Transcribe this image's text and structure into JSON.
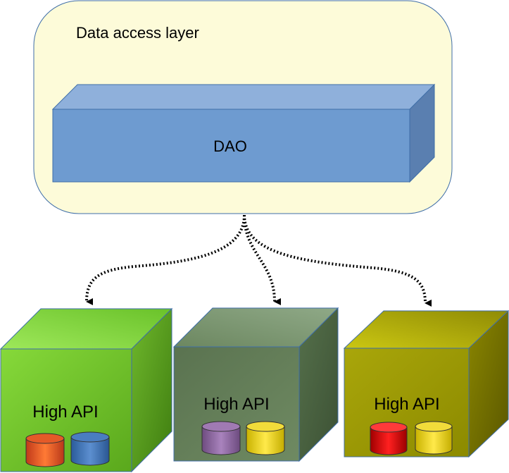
{
  "layer": {
    "title": "Data access layer"
  },
  "dao": {
    "label": "DAO"
  },
  "boxes": [
    {
      "label": "High API"
    },
    {
      "label": "High API"
    },
    {
      "label": "High API"
    }
  ]
}
